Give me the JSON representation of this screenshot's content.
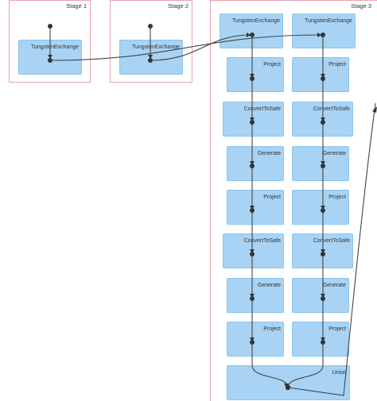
{
  "stages": [
    {
      "id": "s1",
      "label": "Stage 1"
    },
    {
      "id": "s2",
      "label": "Stage 2"
    },
    {
      "id": "s3",
      "label": "Stage 3"
    }
  ],
  "operators": [
    {
      "id": "s1-exchange",
      "stage": "s1",
      "label": "TungstenExchange"
    },
    {
      "id": "s2-exchange",
      "stage": "s2",
      "label": "TungstenExchange"
    },
    {
      "id": "s3-exchange-a",
      "stage": "s3",
      "label": "TungstenExchange"
    },
    {
      "id": "s3-exchange-b",
      "stage": "s3",
      "label": "TungstenExchange"
    },
    {
      "id": "a-project-1",
      "stage": "s3",
      "label": "Project"
    },
    {
      "id": "b-project-1",
      "stage": "s3",
      "label": "Project"
    },
    {
      "id": "a-convert-1",
      "stage": "s3",
      "label": "ConvertToSafe"
    },
    {
      "id": "b-convert-1",
      "stage": "s3",
      "label": "ConvertToSafe"
    },
    {
      "id": "a-generate-1",
      "stage": "s3",
      "label": "Generate"
    },
    {
      "id": "b-generate-1",
      "stage": "s3",
      "label": "Generate"
    },
    {
      "id": "a-project-2",
      "stage": "s3",
      "label": "Project"
    },
    {
      "id": "b-project-2",
      "stage": "s3",
      "label": "Project"
    },
    {
      "id": "a-convert-2",
      "stage": "s3",
      "label": "ConvertToSafe"
    },
    {
      "id": "b-convert-2",
      "stage": "s3",
      "label": "ConvertToSafe"
    },
    {
      "id": "a-generate-2",
      "stage": "s3",
      "label": "Generate"
    },
    {
      "id": "b-generate-2",
      "stage": "s3",
      "label": "Generate"
    },
    {
      "id": "a-project-3",
      "stage": "s3",
      "label": "Project"
    },
    {
      "id": "b-project-3",
      "stage": "s3",
      "label": "Project"
    },
    {
      "id": "union",
      "stage": "s3",
      "label": "Union"
    }
  ],
  "edges": [
    {
      "id": "e-s1-internal",
      "from": "s1-exchange",
      "to": "s1-exchange"
    },
    {
      "id": "e-s2-internal",
      "from": "s2-exchange",
      "to": "s2-exchange"
    },
    {
      "id": "e-s1-to-s3",
      "from": "s1-exchange",
      "to": "s3-exchange-b"
    },
    {
      "id": "e-s2-to-s3",
      "from": "s2-exchange",
      "to": "s3-exchange-a"
    },
    {
      "id": "e-chain-a",
      "from": "s3-exchange-a",
      "to": "union"
    },
    {
      "id": "e-chain-b",
      "from": "s3-exchange-b",
      "to": "union"
    },
    {
      "id": "e-union-out",
      "from": "union",
      "to": ""
    }
  ]
}
